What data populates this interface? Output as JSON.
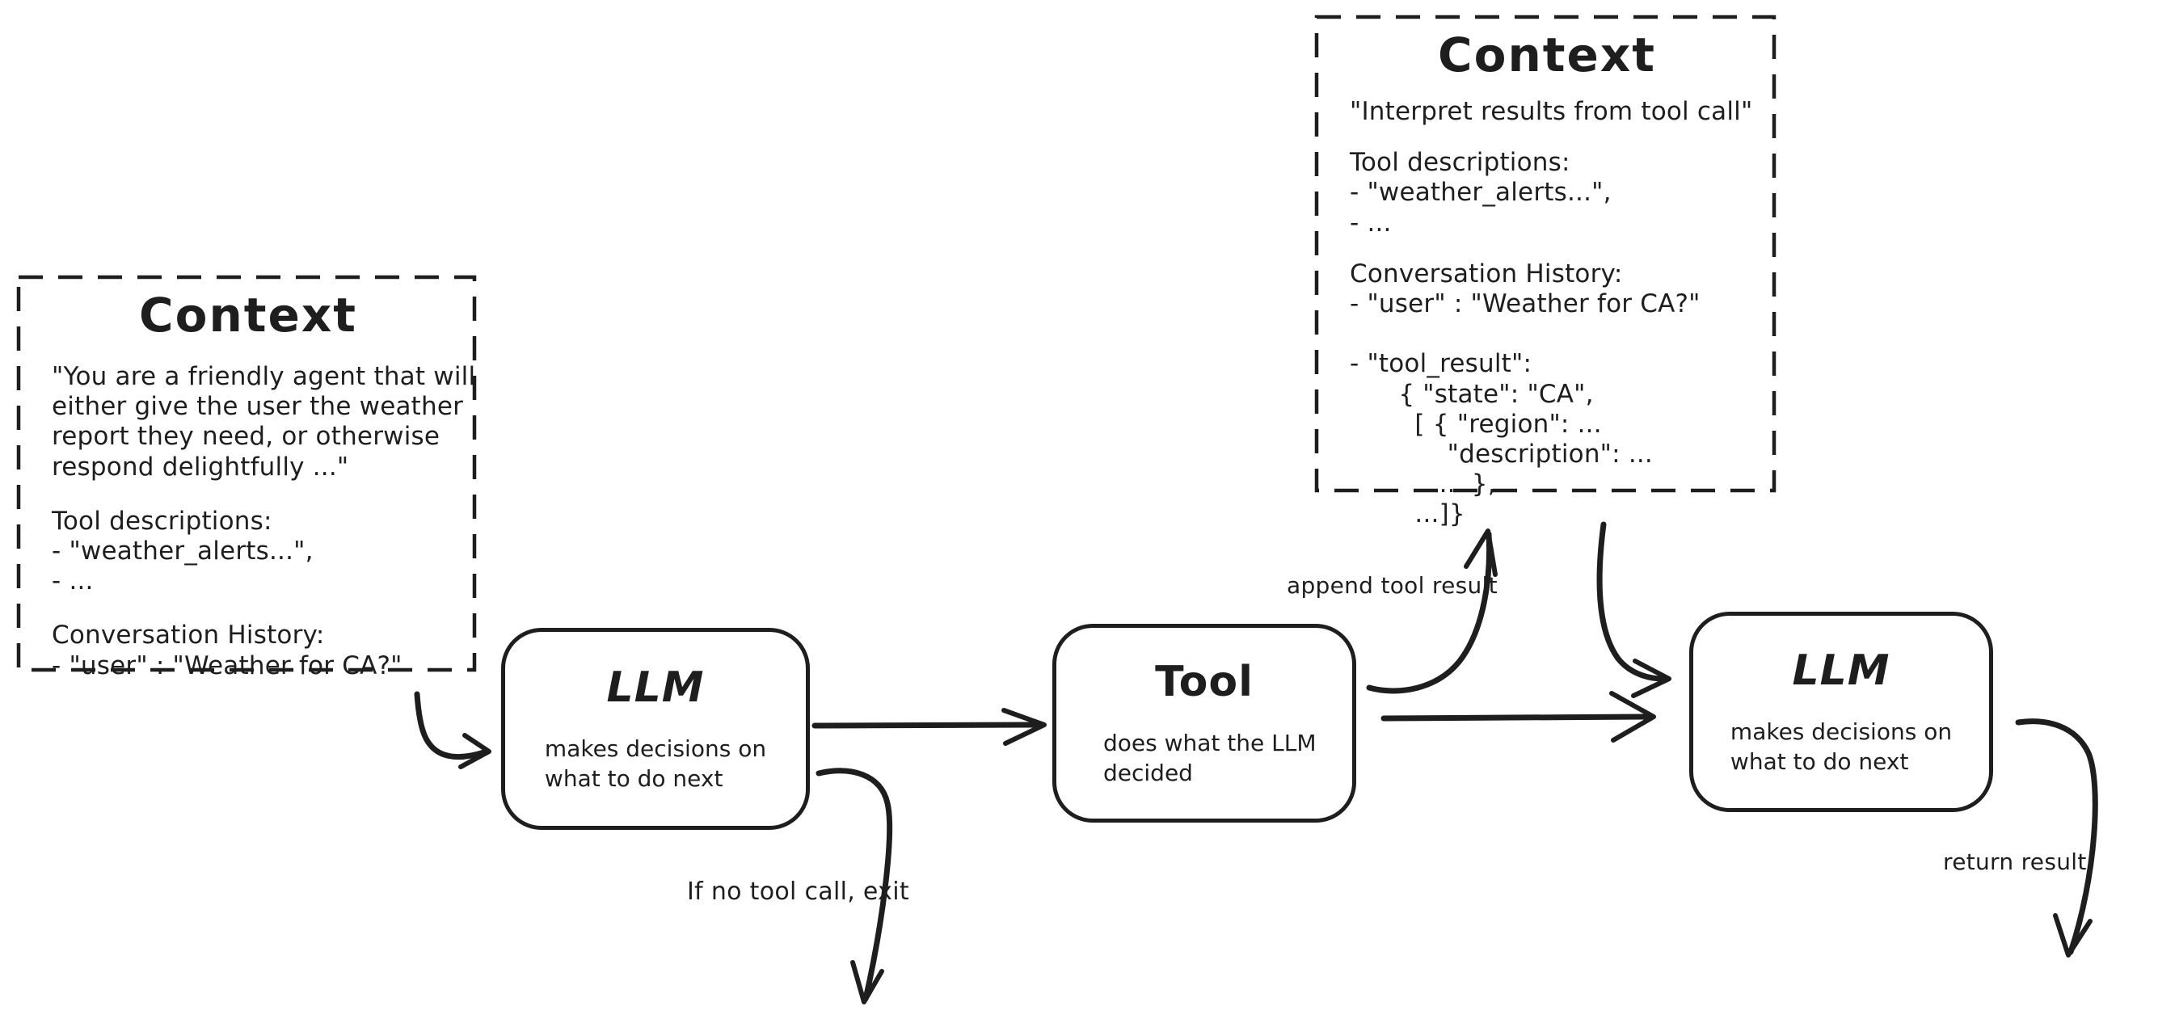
{
  "colors": {
    "ink": "#1e1e1e",
    "background": "#ffffff"
  },
  "context_left": {
    "title": "Context",
    "system_prompt": "\"You are a friendly agent that will\neither give the user the weather\nreport they need, or otherwise\nrespond delightfully ...\"",
    "tool_descriptions": "Tool descriptions:\n- \"weather_alerts...\",\n- ...",
    "conversation_history": "Conversation History:\n- \"user\" : \"Weather for CA?\""
  },
  "context_top": {
    "title": "Context",
    "instruction": "\"Interpret results from tool call\"",
    "tool_descriptions": "Tool descriptions:\n- \"weather_alerts...\",\n- ...",
    "conversation_history": "Conversation History:\n- \"user\" : \"Weather for CA?\"\n\n- \"tool_result\":\n      { \"state\": \"CA\",\n        [ { \"region\": ...\n            \"description\": ...\n           ... },\n        ...]}"
  },
  "nodes": [
    {
      "id": "llm-1",
      "title": "LLM",
      "subtitle": "makes decisions on\nwhat to do next"
    },
    {
      "id": "tool",
      "title": "Tool",
      "subtitle": "does what the LLM\ndecided"
    },
    {
      "id": "llm-2",
      "title": "LLM",
      "subtitle": "makes decisions on\nwhat to do next"
    }
  ],
  "edge_labels": {
    "append_tool_result": "append tool result",
    "no_tool_call_exit": "If no tool call, exit",
    "return_result": "return result"
  }
}
